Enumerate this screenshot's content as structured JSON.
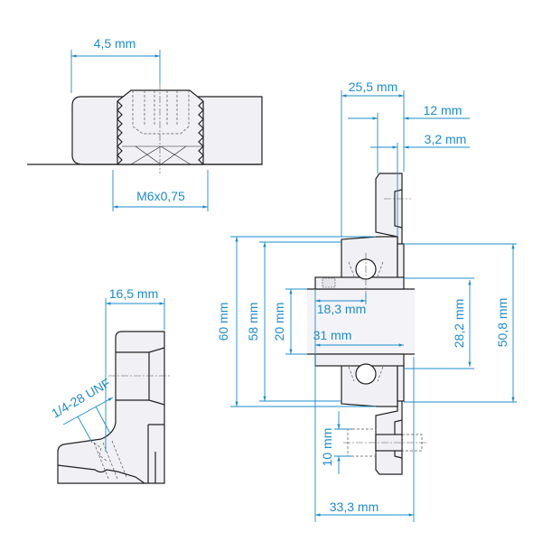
{
  "colors": {
    "dimension": "#1d8ccc",
    "part_fill": "#f1f1f5",
    "outline": "#222222"
  },
  "detail_setscrew": {
    "offset_label": "4,5 mm",
    "thread_label": "M6x0,75"
  },
  "detail_grease": {
    "offset_label": "16,5 mm",
    "thread_label": "1/4-28 UNF"
  },
  "section_view": {
    "overall_width": "25,5 mm",
    "flange_thickness": "12 mm",
    "pilot_height": "3,2 mm",
    "outer_height": "60 mm",
    "housing_height": "58 mm",
    "bore": "20 mm",
    "ball_offset": "18,3 mm",
    "inner_ring_width": "31 mm",
    "inner_ring_diameter": "28,2 mm",
    "pilot_diameter": "50,8 mm",
    "bolt_hole": "10 mm",
    "total_width": "33,3 mm"
  }
}
